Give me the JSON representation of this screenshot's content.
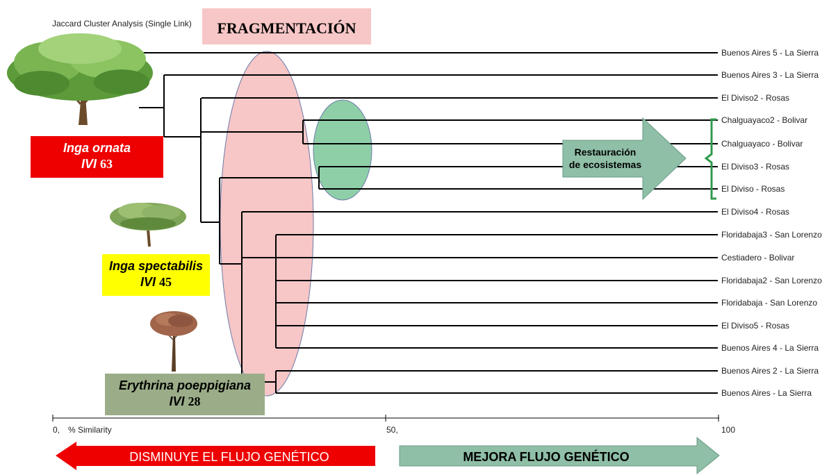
{
  "title": "Jaccard Cluster Analysis (Single Link)",
  "fragmentation_label": "FRAGMENTACIÓN",
  "species": [
    {
      "name": "Inga ornata",
      "ivi_tag": "IVI",
      "ivi_value": "63",
      "color": "#ee0000"
    },
    {
      "name": "Inga spectabilis",
      "ivi_tag": "IVI",
      "ivi_value": "45",
      "color": "#ffff00"
    },
    {
      "name": "Erythrina poeppigiana",
      "ivi_tag": "IVI",
      "ivi_value": "28",
      "color": "#9bad88"
    }
  ],
  "leaves": [
    "Buenos Aires 5 - La Sierra",
    "Buenos Aires 3 - La Sierra",
    "El Diviso2 - Rosas",
    "Chalguayaco2 - Bolivar",
    "Chalguayaco - Bolivar",
    "El Diviso3 - Rosas",
    "El Diviso - Rosas",
    "El Diviso4 - Rosas",
    "Floridabaja3 - San Lorenzo",
    "Cestiadero - Bolivar",
    "Floridabaja2 - San Lorenzo",
    "Floridabaja - San Lorenzo",
    "El Diviso5 - Rosas",
    "Buenos Aires 4 - La Sierra",
    "Buenos Aires 2 - La Sierra",
    "Buenos Aires - La Sierra"
  ],
  "axis": {
    "ticks": [
      "0,",
      "50,",
      "100"
    ],
    "label": "% Similarity"
  },
  "restoration_label_line1": "Restauración",
  "restoration_label_line2": "de ecosistemas",
  "arrow_left_label": "DISMINUYE EL FLUJO GENÉTICO",
  "arrow_right_label": "MEJORA FLUJO GENÉTICO",
  "colors": {
    "fragmentation_ellipse": "#f7c6c6",
    "cluster_ellipse": "#8fcfa8",
    "restoration_arrow": "#8fbfa7",
    "left_arrow": "#ee0000",
    "right_arrow": "#8fbfa7",
    "bracket": "#2e9a4e"
  },
  "icons": [
    "tree-large-icon",
    "tree-acacia-icon",
    "tree-bare-icon"
  ]
}
